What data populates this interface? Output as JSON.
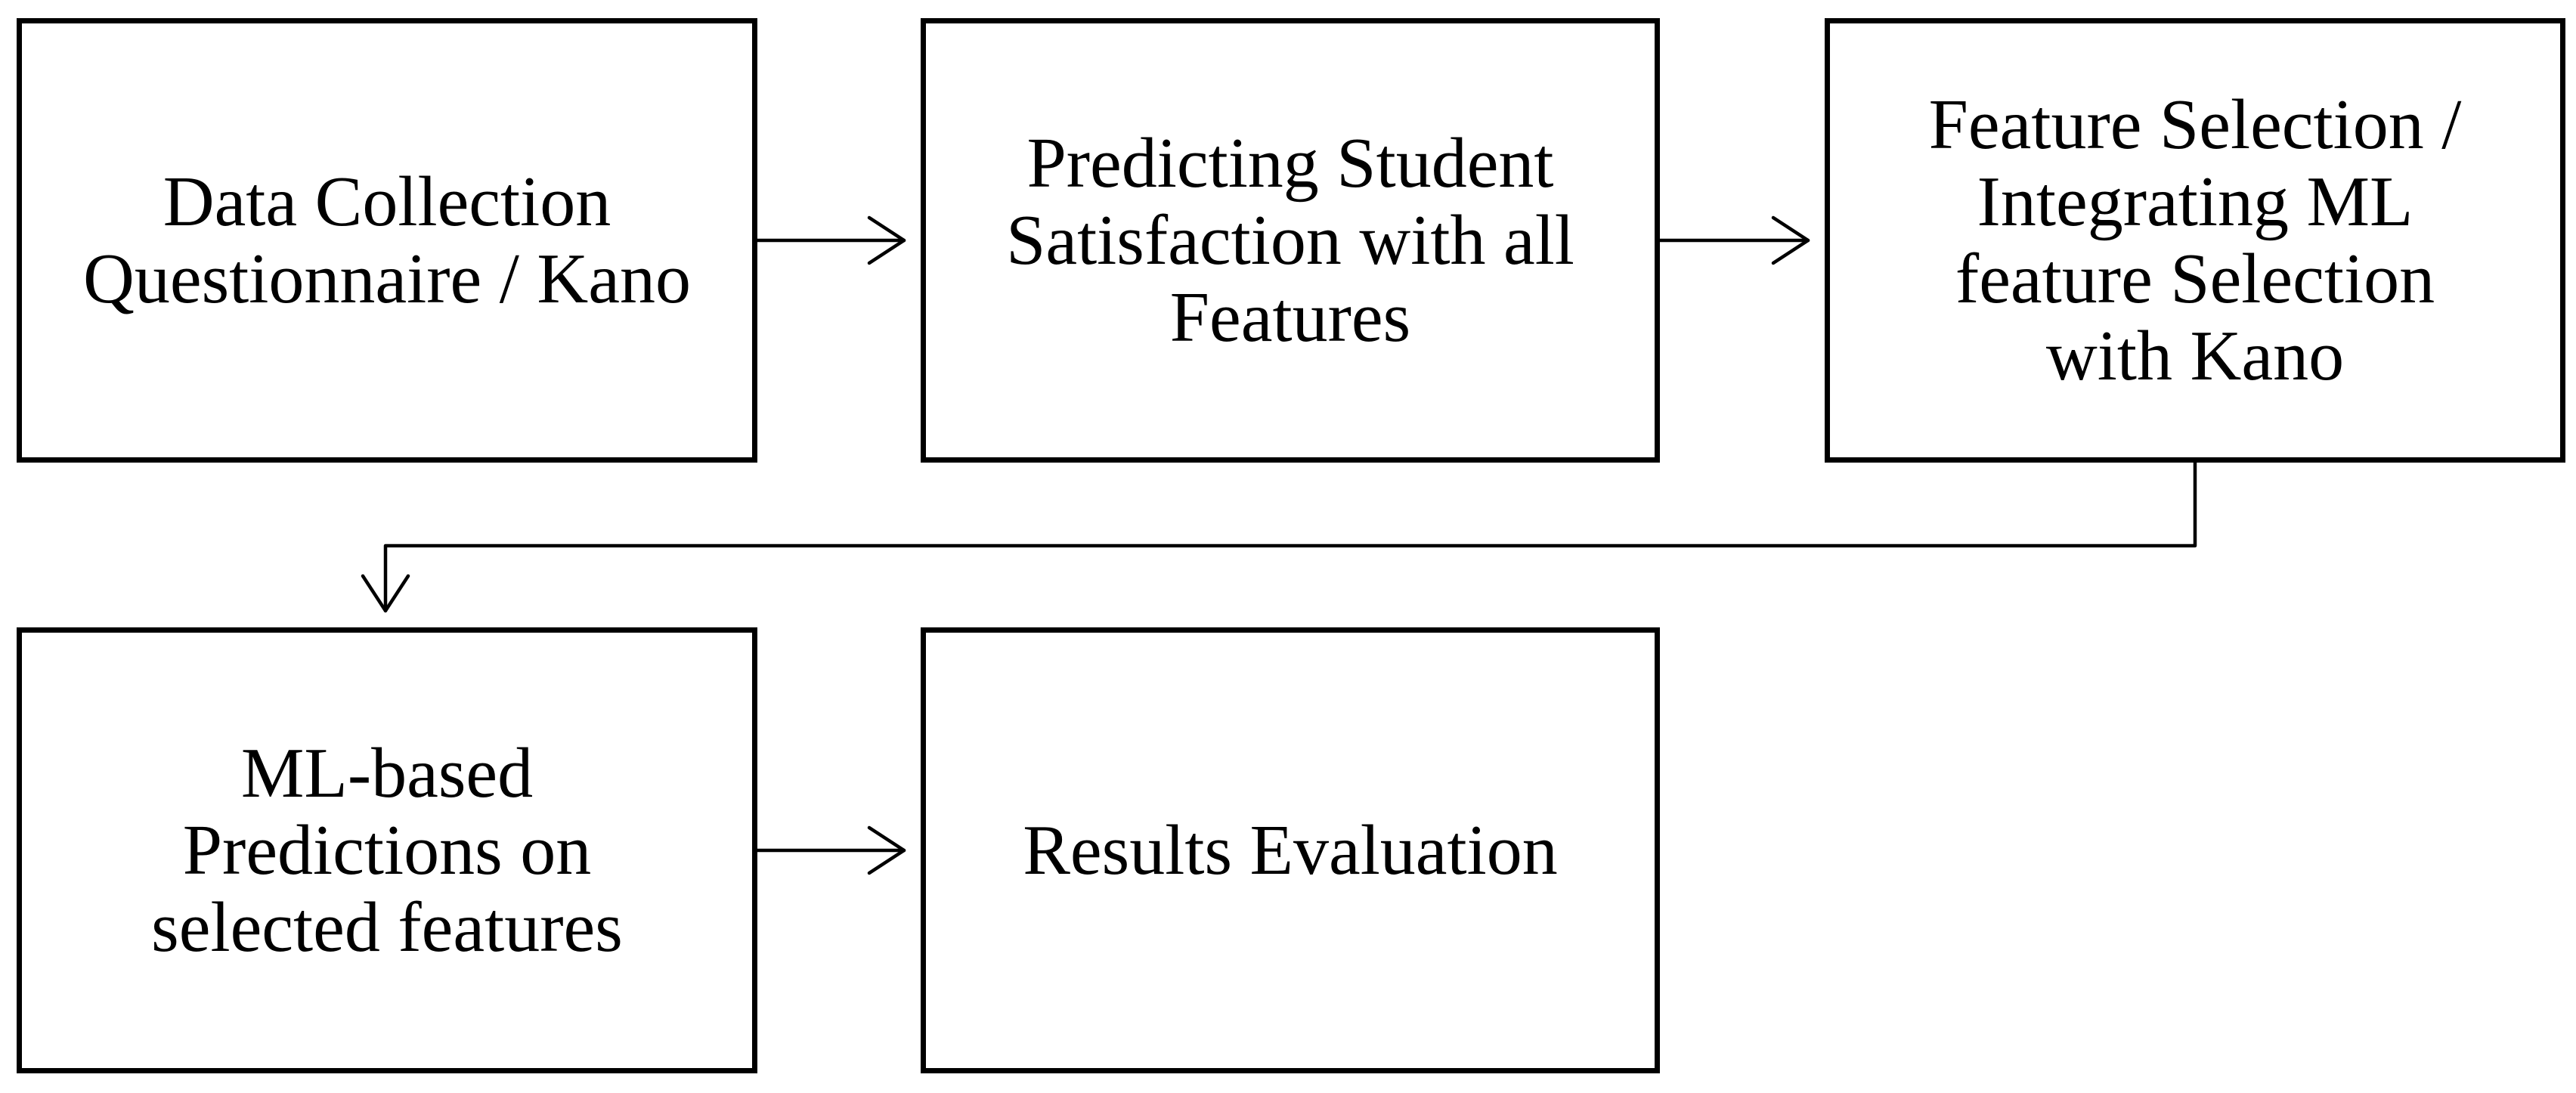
{
  "diagram": {
    "boxes": [
      {
        "id": "data-collection",
        "lines": [
          "Data Collection",
          "Questionnaire / Kano"
        ]
      },
      {
        "id": "predicting-satisfaction",
        "lines": [
          "Predicting Student",
          "Satisfaction with all",
          "Features"
        ]
      },
      {
        "id": "feature-selection",
        "lines": [
          "Feature Selection /",
          "Integrating ML",
          "feature Selection",
          "with Kano"
        ]
      },
      {
        "id": "ml-predictions",
        "lines": [
          "ML-based",
          "Predictions on",
          "selected features"
        ]
      },
      {
        "id": "results-evaluation",
        "lines": [
          "Results Evaluation"
        ]
      }
    ],
    "edges": [
      {
        "from": "data-collection",
        "to": "predicting-satisfaction"
      },
      {
        "from": "predicting-satisfaction",
        "to": "feature-selection"
      },
      {
        "from": "feature-selection",
        "to": "ml-predictions"
      },
      {
        "from": "ml-predictions",
        "to": "results-evaluation"
      }
    ],
    "colors": {
      "stroke": "#000000",
      "background": "#ffffff"
    }
  }
}
